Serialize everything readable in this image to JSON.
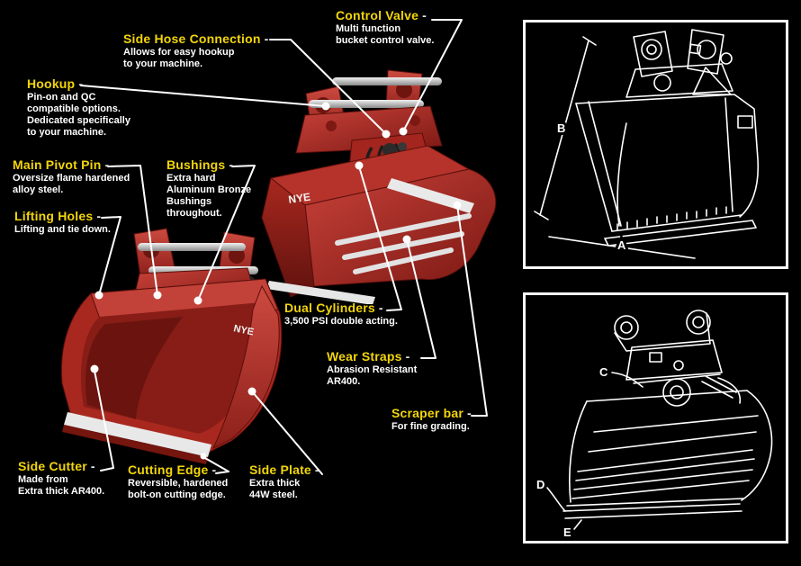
{
  "ui": {
    "dash": "-"
  },
  "brand": {
    "logo": "NYE"
  },
  "colors": {
    "yellow": "#F2D50A",
    "white": "#FFFFFF",
    "bucket_red": "#B5332A",
    "background": "#000000"
  },
  "callouts": [
    {
      "id": "control-valve",
      "title": "Control Valve",
      "desc": "Multi function\nbucket control valve."
    },
    {
      "id": "side-hose-connection",
      "title": "Side Hose Connection",
      "desc": "Allows for easy hookup\nto your machine."
    },
    {
      "id": "hookup",
      "title": "Hookup",
      "desc": "Pin-on and QC\ncompatible options.\nDedicated specifically\nto your machine."
    },
    {
      "id": "main-pivot-pin",
      "title": "Main Pivot Pin",
      "desc": "Oversize flame hardened\nalloy steel."
    },
    {
      "id": "bushings",
      "title": "Bushings",
      "desc": "Extra hard\nAluminum Bronze\nBushings\nthroughout."
    },
    {
      "id": "lifting-holes",
      "title": "Lifting Holes",
      "desc": "Lifting and tie down."
    },
    {
      "id": "dual-cylinders",
      "title": "Dual Cylinders",
      "desc": "3,500 PSI double acting."
    },
    {
      "id": "wear-straps",
      "title": "Wear Straps",
      "desc": "Abrasion Resistant\nAR400."
    },
    {
      "id": "scraper-bar",
      "title": "Scraper bar",
      "desc": "For fine grading."
    },
    {
      "id": "side-cutter",
      "title": "Side Cutter",
      "desc": "Made from\nExtra thick AR400."
    },
    {
      "id": "cutting-edge",
      "title": "Cutting Edge",
      "desc": "Reversible, hardened\nbolt-on cutting edge."
    },
    {
      "id": "side-plate",
      "title": "Side Plate",
      "desc": "Extra thick\n44W steel."
    }
  ],
  "dimension_boxes": [
    {
      "id": "spec-outline-top",
      "dims": [
        "B",
        "A"
      ]
    },
    {
      "id": "spec-outline-bottom",
      "dims": [
        "C",
        "D",
        "E"
      ]
    }
  ]
}
